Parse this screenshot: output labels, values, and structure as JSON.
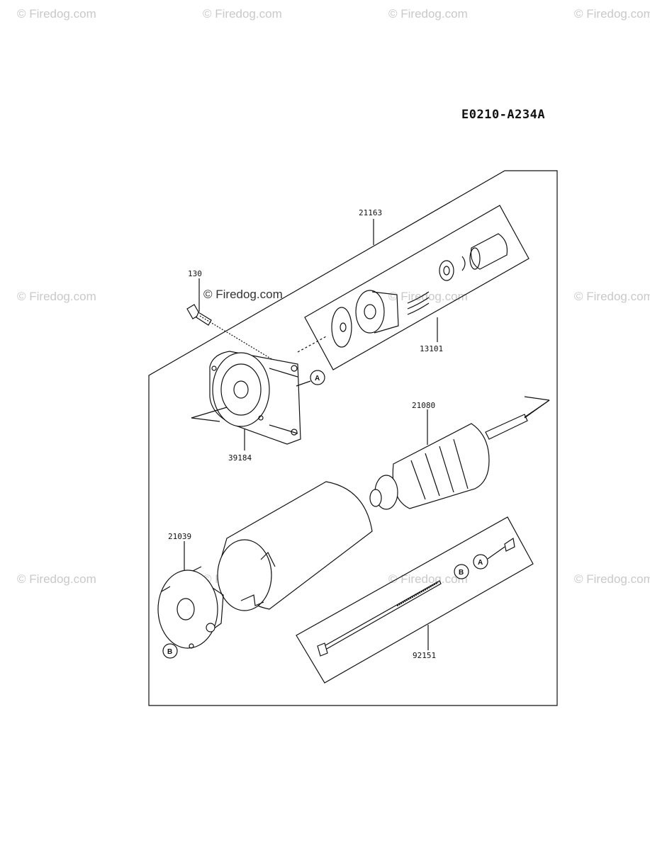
{
  "diagram": {
    "code": "E0210-A234A",
    "watermark_text": "© Firedog.com",
    "inline_watermark": "© Firedog.com",
    "parts": {
      "p21163": "21163",
      "p130": "130",
      "p13101": "13101",
      "p39184": "39184",
      "p21080": "21080",
      "p21039": "21039",
      "p92151": "92151"
    },
    "callouts": {
      "a1": "A",
      "a2": "A",
      "b1": "B",
      "b2": "B"
    }
  }
}
